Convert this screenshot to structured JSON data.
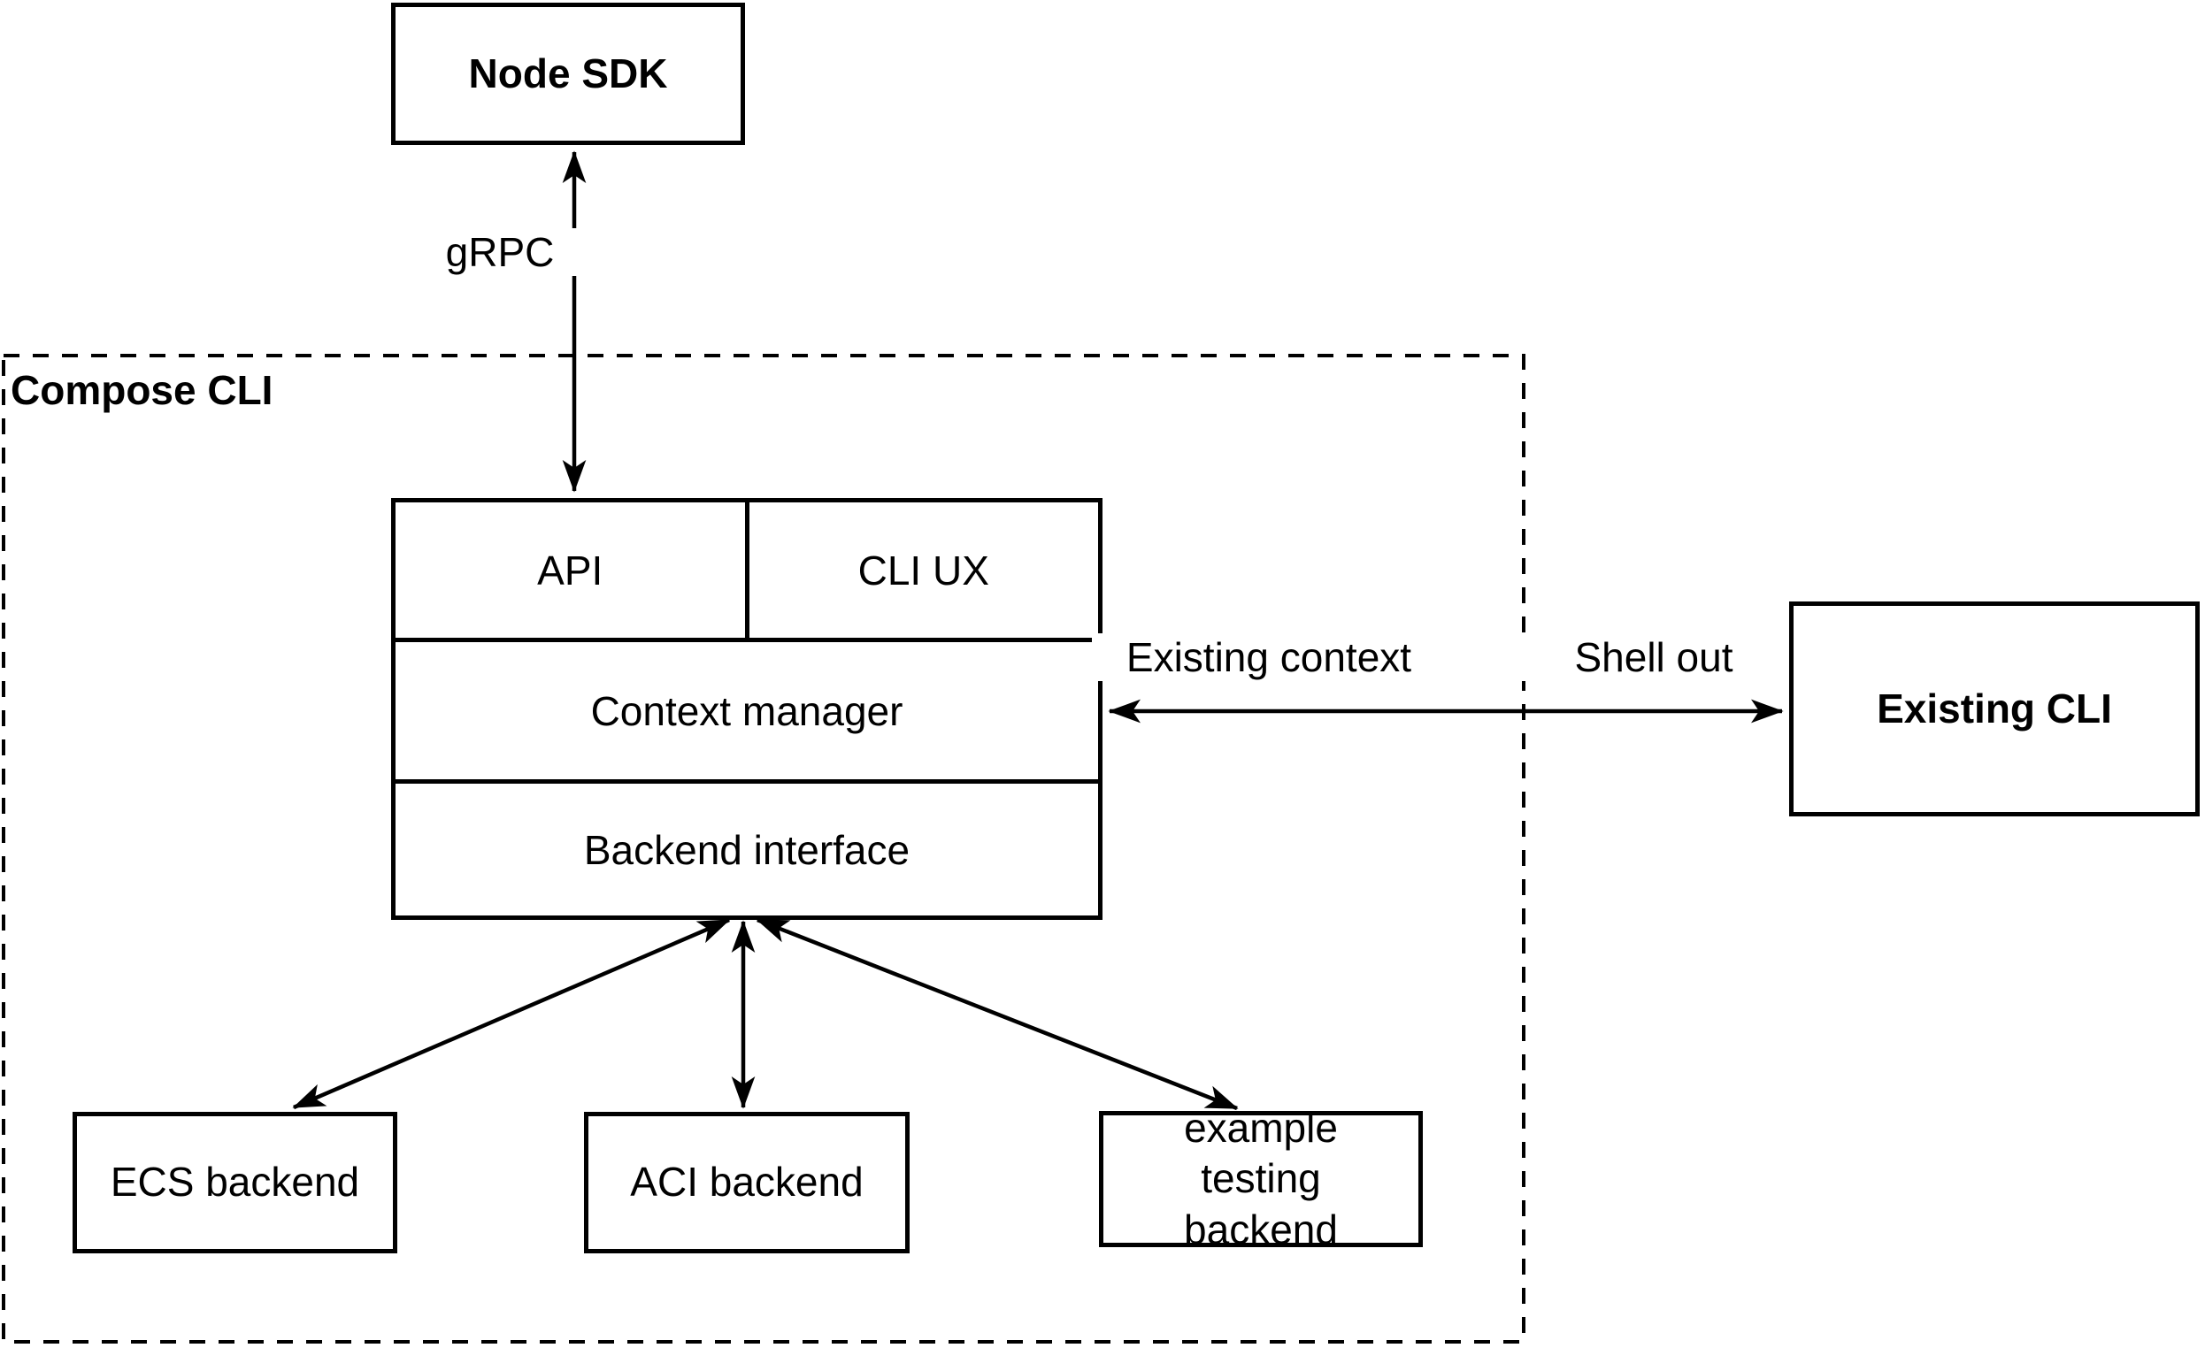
{
  "diagram": {
    "background": "#ffffff",
    "stroke_color": "#000000",
    "text_color": "#000000"
  },
  "container": {
    "label": "Compose CLI"
  },
  "nodes": {
    "node_sdk": {
      "label": "Node SDK"
    },
    "api": {
      "label": "API"
    },
    "cli_ux": {
      "label": "CLI UX"
    },
    "context_manager": {
      "label": "Context manager"
    },
    "backend_interface": {
      "label": "Backend interface"
    },
    "existing_cli": {
      "label": "Existing CLI"
    },
    "ecs_backend": {
      "label": "ECS backend"
    },
    "aci_backend": {
      "label": "ACI backend"
    },
    "example_testing_backend": {
      "label": "example testing backend"
    }
  },
  "edge_labels": {
    "grpc": "gRPC",
    "existing_context": "Existing context",
    "shell_out": "Shell out"
  },
  "edges": [
    {
      "from": "node_sdk",
      "to": "api",
      "arrows": "both",
      "label": "gRPC"
    },
    {
      "from": "context_manager",
      "to": "existing_cli",
      "arrows": "both",
      "labels": [
        "Existing context",
        "Shell out"
      ]
    },
    {
      "from": "backend_interface",
      "to": "ecs_backend",
      "arrows": "both"
    },
    {
      "from": "backend_interface",
      "to": "aci_backend",
      "arrows": "both"
    },
    {
      "from": "backend_interface",
      "to": "example_testing_backend",
      "arrows": "both"
    }
  ]
}
